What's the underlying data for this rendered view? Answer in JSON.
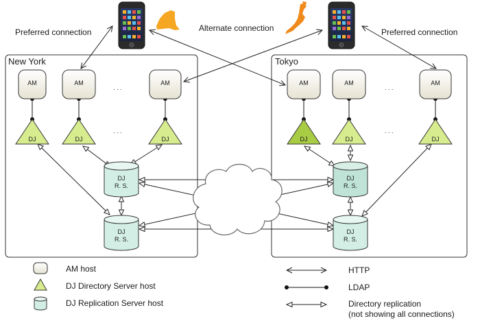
{
  "regions": {
    "left": "New York",
    "right": "Tokyo"
  },
  "node_labels": {
    "am": "AM",
    "dj": "DJ",
    "rs_line1": "DJ",
    "rs_line2": "R. S.",
    "ellipsis": ". . ."
  },
  "connections": {
    "preferred_left": "Preferred connection",
    "alternate": "Alternate connection",
    "preferred_right": "Preferred connection"
  },
  "legend": {
    "am_host": "AM host",
    "dj_host": "DJ Directory Server host",
    "rs_host": "DJ Replication Server host",
    "http": "HTTP",
    "ldap": "LDAP",
    "replication_line1": "Directory replication",
    "replication_line2": "(not showing all connections)"
  },
  "colors": {
    "am_fill": "#efeddf",
    "dj_fill": "#d7ec8f",
    "dj_fill_dark": "#a9cc45",
    "rs_fill": "#d3efe5",
    "rs_fill_dark": "#bfe3d7",
    "ny_map": "#f5a623",
    "tokyo_map": "#f08a1c"
  },
  "icons": [
    "phone-icon",
    "new-york-map-icon",
    "japan-map-icon",
    "cloud-icon"
  ]
}
